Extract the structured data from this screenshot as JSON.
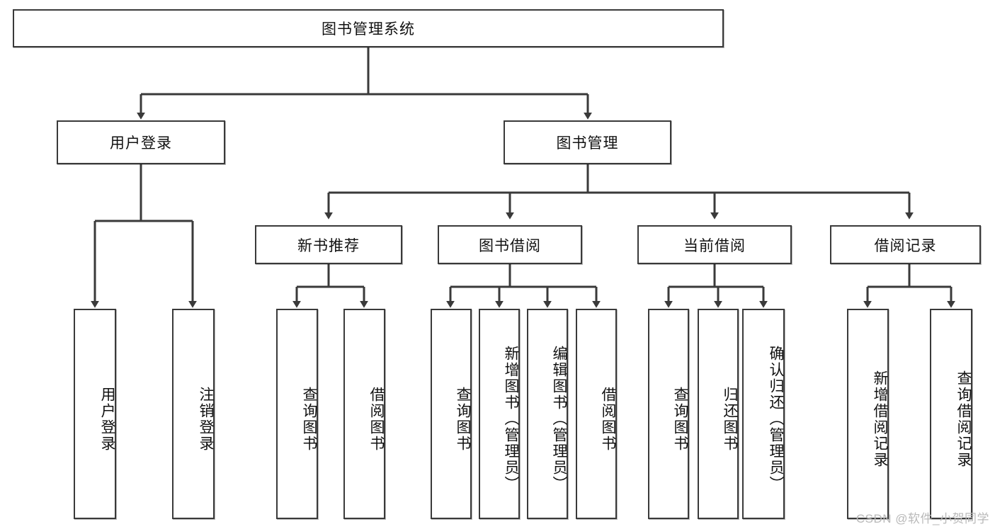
{
  "diagram": {
    "title": "图书管理系统",
    "type": "tree-hierarchy",
    "watermark": "CSDN @软件_小贺同学",
    "colors": {
      "node_border": "#3a3a3a",
      "node_fill": "#ffffff",
      "connector": "#3a3a3a",
      "text": "#111111",
      "watermark": "#b9b9b9"
    },
    "nodes": {
      "root": {
        "label": "图书管理系统"
      },
      "level2": [
        {
          "id": "user-login",
          "label": "用户登录"
        },
        {
          "id": "book-manage",
          "label": "图书管理"
        }
      ],
      "level3": [
        {
          "id": "new-book-recommend",
          "label": "新书推荐"
        },
        {
          "id": "book-borrow",
          "label": "图书借阅"
        },
        {
          "id": "current-borrow",
          "label": "当前借阅"
        },
        {
          "id": "borrow-record",
          "label": "借阅记录"
        }
      ],
      "leaves": {
        "user_login": [
          {
            "id": "leaf-user-login",
            "label": "用户登录"
          },
          {
            "id": "leaf-logout-login",
            "label": "注销登录"
          }
        ],
        "new_book_recommend": [
          {
            "id": "leaf-query-book-1",
            "label": "查询图书"
          },
          {
            "id": "leaf-borrow-book-1",
            "label": "借阅图书"
          }
        ],
        "book_borrow": [
          {
            "id": "leaf-query-book-2",
            "label": "查询图书"
          },
          {
            "id": "leaf-add-book",
            "label": "新增图书（管理员）"
          },
          {
            "id": "leaf-edit-book",
            "label": "编辑图书（管理员）"
          },
          {
            "id": "leaf-borrow-book-2",
            "label": "借阅图书"
          }
        ],
        "current_borrow": [
          {
            "id": "leaf-query-book-3",
            "label": "查询图书"
          },
          {
            "id": "leaf-return-book",
            "label": "归还图书"
          },
          {
            "id": "leaf-confirm-return",
            "label": "确认归还（管理员）"
          }
        ],
        "borrow_record": [
          {
            "id": "leaf-add-record",
            "label": "新增借阅记录"
          },
          {
            "id": "leaf-query-record",
            "label": "查询借阅记录"
          }
        ]
      }
    }
  }
}
